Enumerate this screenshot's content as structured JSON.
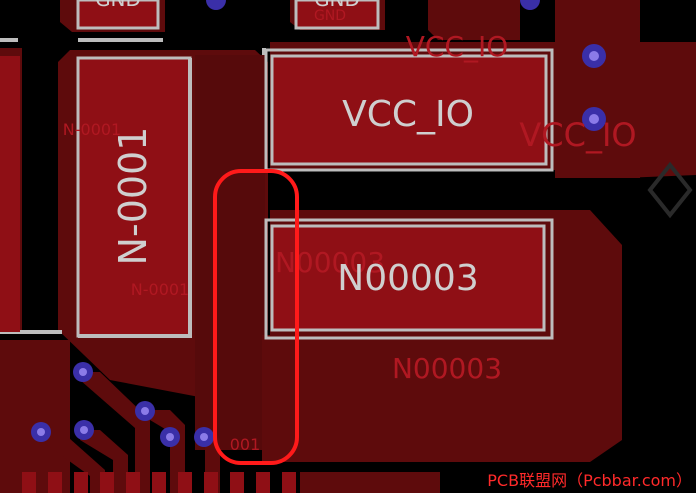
{
  "colors": {
    "background": "#000000",
    "copper_pour": "#5e0b0c",
    "copper_pour_light": "#6e1012",
    "pad_fill": "#8f0f15",
    "pad_outline": "#bdbdbd",
    "net_label_gray": "#cfcfcf",
    "net_label_red": "#b01822",
    "via_outer": "#3a2fa8",
    "via_inner": "#8b7be8",
    "highlight": "#ff1a1a",
    "watermark": "#ff2a2a"
  },
  "labels": {
    "gnd_top_1": "GND",
    "gnd_top_2": "GND",
    "gnd_top_small": "GND",
    "vcc_io_top": "VCC_IO",
    "vcc_io_pad": "VCC_IO",
    "vcc_io_right": "VCC_IO",
    "n0001_pad": "N-0001",
    "n0001_small_a": "N-0001",
    "n0001_small_b": "N-0001",
    "n00003_pad": "N00003",
    "n00003_ghost": "N00003",
    "n00003_pour": "N00003",
    "n001_bottom": "001",
    "watermark": "PCB联盟网（Pcbbar.com）"
  }
}
